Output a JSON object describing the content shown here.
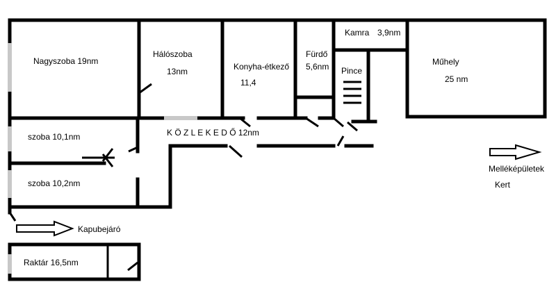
{
  "labels": {
    "nagyszoba": "Nagyszoba 19nm",
    "haloszoba": "Hálószoba",
    "haloszoba_area": "13nm",
    "konyha": "Konyha-étkező",
    "konyha_area": "11,4",
    "furdo": "Fürdő",
    "furdo_area": "5,6nm",
    "kamra": "Kamra",
    "kamra_area": "3,9nm",
    "pince": "Pince",
    "muhely": "Műhely",
    "muhely_area": "25 nm",
    "kozlekedo": "K Ö Z L E K E D Ő 12nm",
    "szoba1": "szoba  10,1nm",
    "szoba2": "szoba 10,2nm",
    "kapubejaro": "Kapubejáró",
    "raktar": "Raktár 16,5nm",
    "melleképuletek": "Melléképületek",
    "kert": "Kert"
  },
  "colors": {
    "wall": "#000000",
    "window": "#c8c8c8",
    "background": "#ffffff"
  }
}
